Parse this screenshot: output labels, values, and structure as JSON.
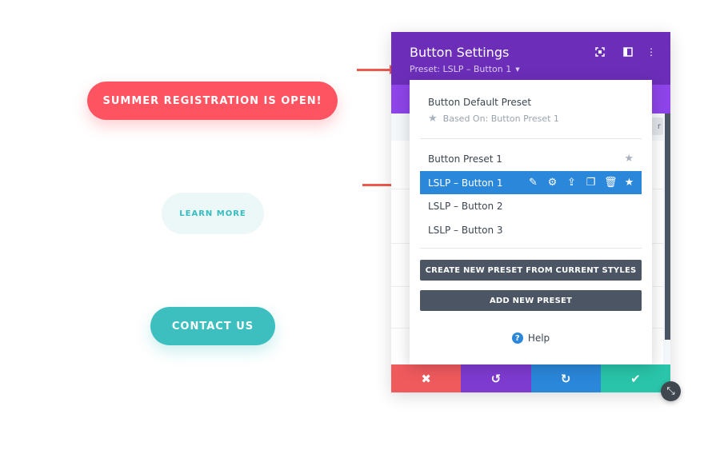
{
  "demo_buttons": {
    "summer": "SUMMER REGISTRATION IS OPEN!",
    "learn_more": "LEARN MORE",
    "contact": "CONTACT US"
  },
  "modal": {
    "title": "Button Settings",
    "preset_label": "Preset: LSLP – Button 1",
    "header_icons": [
      "focus-icon",
      "sidebar-icon",
      "more-icon"
    ],
    "chip_text": "r"
  },
  "dropdown": {
    "default_preset": "Button Default Preset",
    "based_on": "Based On: Button Preset 1",
    "presets": [
      {
        "label": "Button Preset 1",
        "starred": true
      },
      {
        "label": "LSLP – Button 1",
        "active": true
      },
      {
        "label": "LSLP – Button 2"
      },
      {
        "label": "LSLP – Button 3"
      }
    ],
    "active_actions": [
      "edit-icon",
      "gear-icon",
      "export-icon",
      "duplicate-icon",
      "trash-icon",
      "star-icon"
    ],
    "create_button": "CREATE NEW PRESET FROM CURRENT STYLES",
    "add_button": "ADD NEW PRESET",
    "help": "Help"
  },
  "footer": {
    "buttons": [
      "cancel",
      "undo",
      "redo",
      "save"
    ]
  },
  "colors": {
    "purple_header": "#6c2eb9",
    "active_blue": "#2b87da",
    "summer_red": "#fe5461",
    "teal": "#3cbfbe"
  }
}
